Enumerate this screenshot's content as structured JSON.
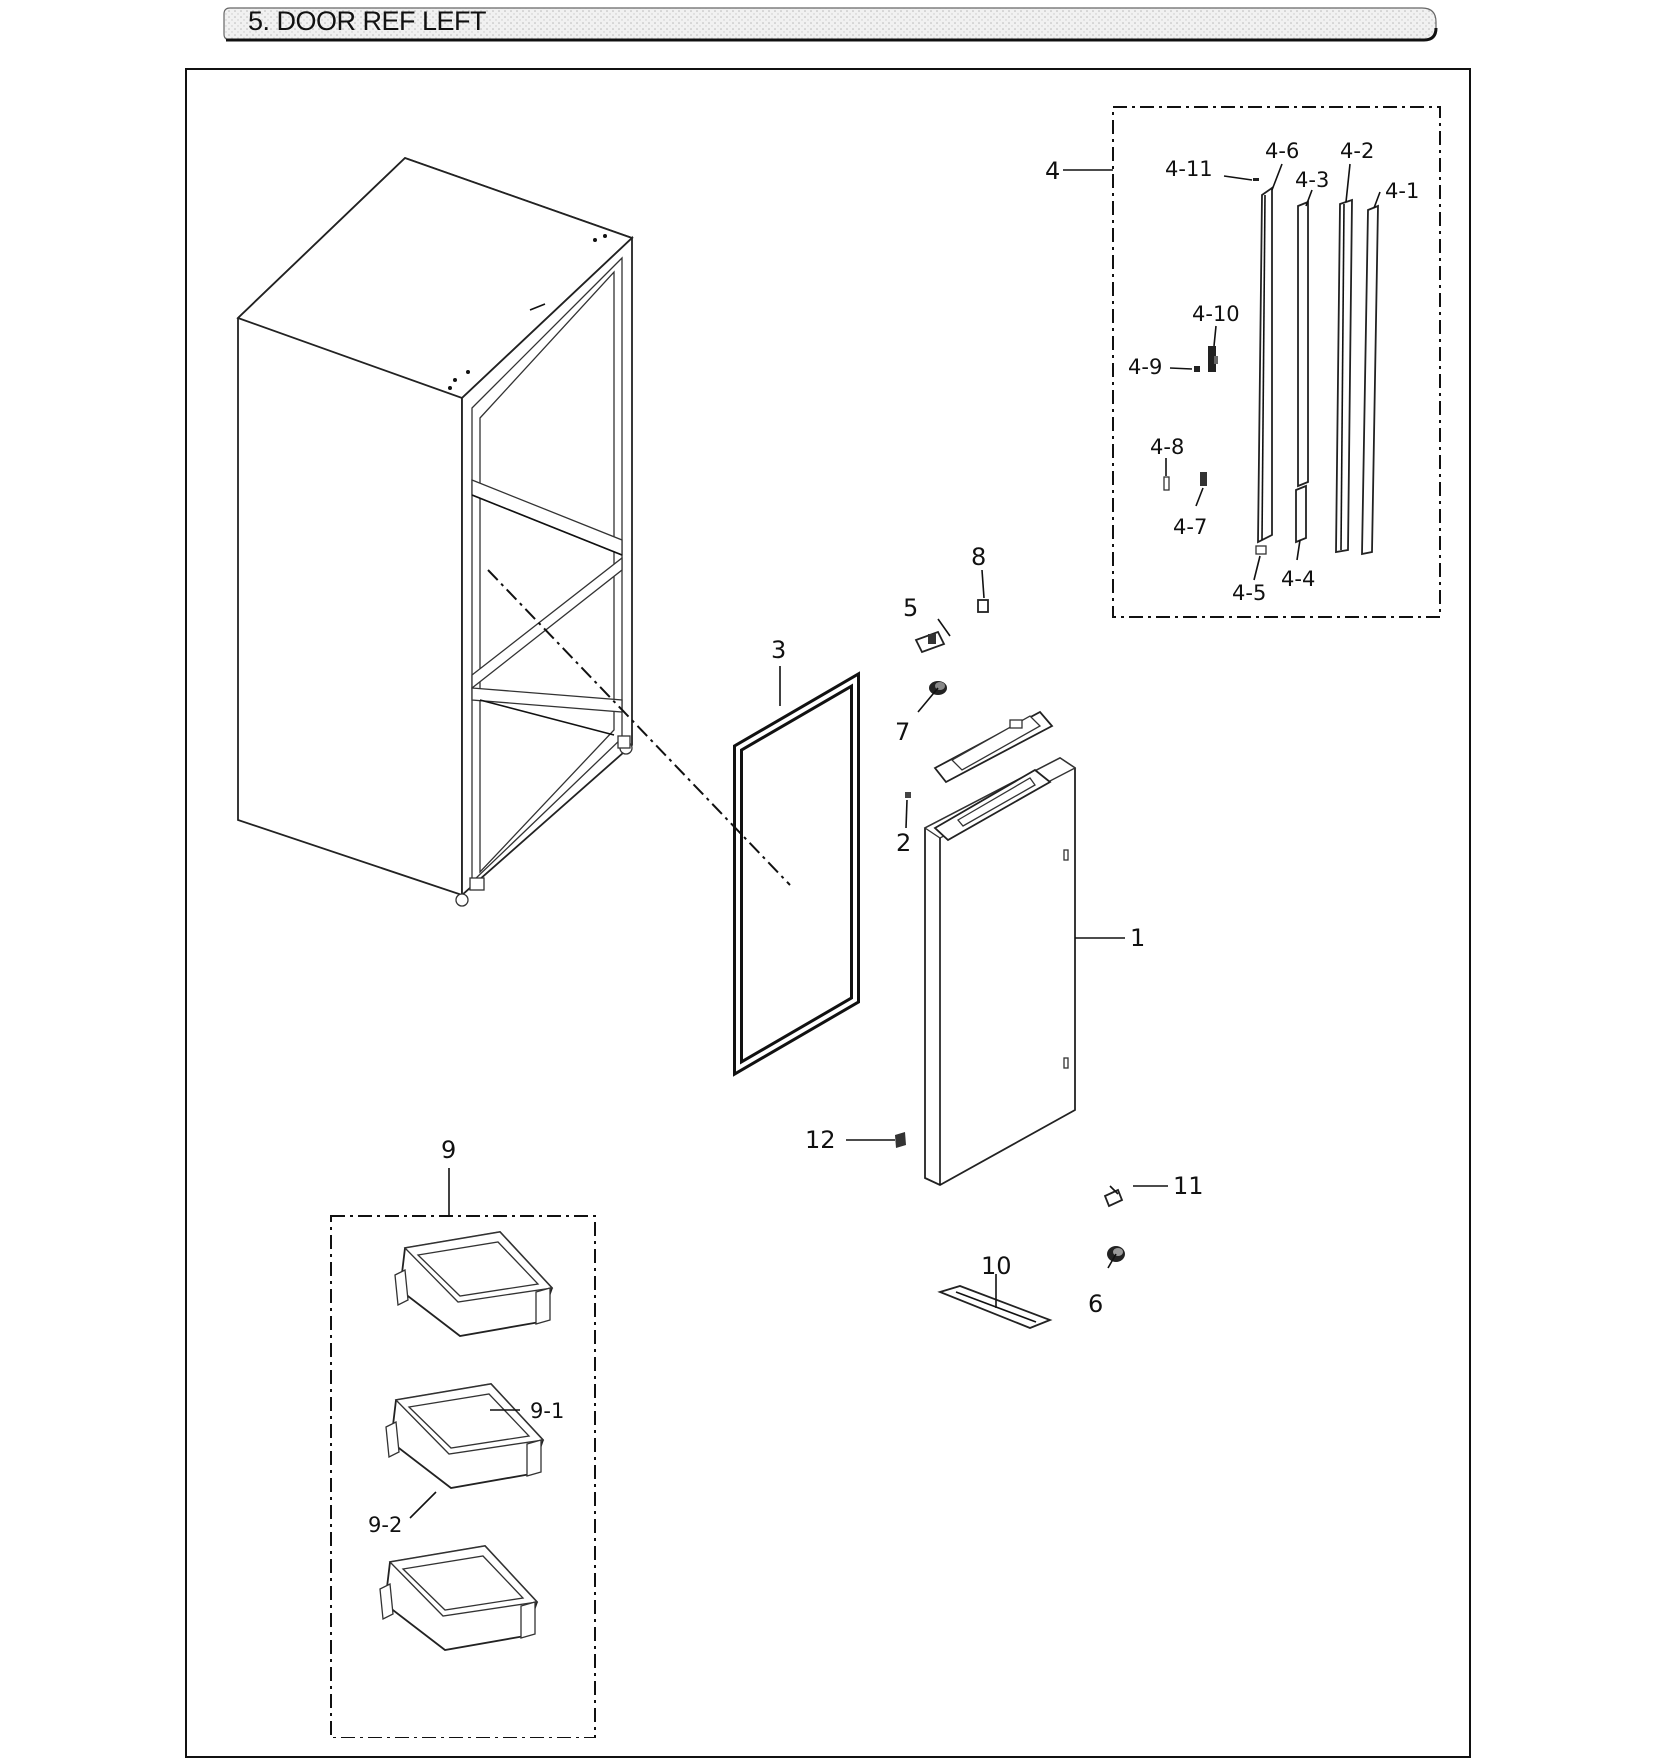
{
  "title": "5. DOOR REF LEFT",
  "callouts": {
    "c1": "1",
    "c2": "2",
    "c3": "3",
    "c4": "4",
    "c4_1": "4-1",
    "c4_2": "4-2",
    "c4_3": "4-3",
    "c4_4": "4-4",
    "c4_5": "4-5",
    "c4_6": "4-6",
    "c4_7": "4-7",
    "c4_8": "4-8",
    "c4_9": "4-9",
    "c4_10": "4-10",
    "c4_11": "4-11",
    "c5": "5",
    "c6": "6",
    "c7": "7",
    "c8": "8",
    "c9": "9",
    "c9_1": "9-1",
    "c9_2": "9-2",
    "c10": "10",
    "c11": "11",
    "c12": "12"
  }
}
